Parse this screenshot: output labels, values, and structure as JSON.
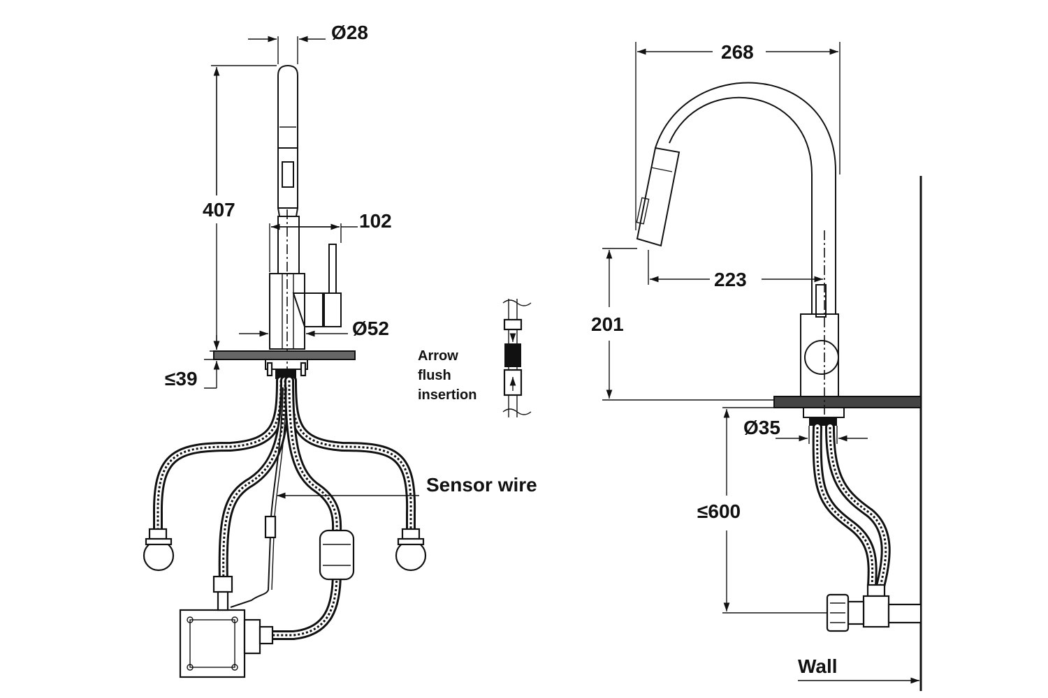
{
  "front_view": {
    "dims": {
      "spout_diameter": "Ø28",
      "height": "407",
      "lever_offset": "102",
      "body_diameter": "Ø52",
      "deck_thickness": "≤39"
    },
    "notes": {
      "arrow_line1": "Arrow",
      "arrow_line2": "flush",
      "arrow_line3": "insertion",
      "sensor_wire": "Sensor wire"
    }
  },
  "side_view": {
    "dims": {
      "overall_width": "268",
      "reach": "223",
      "spout_clearance": "201",
      "hole_diameter": "Ø35",
      "hose_length": "≤600"
    },
    "notes": {
      "wall": "Wall"
    }
  }
}
